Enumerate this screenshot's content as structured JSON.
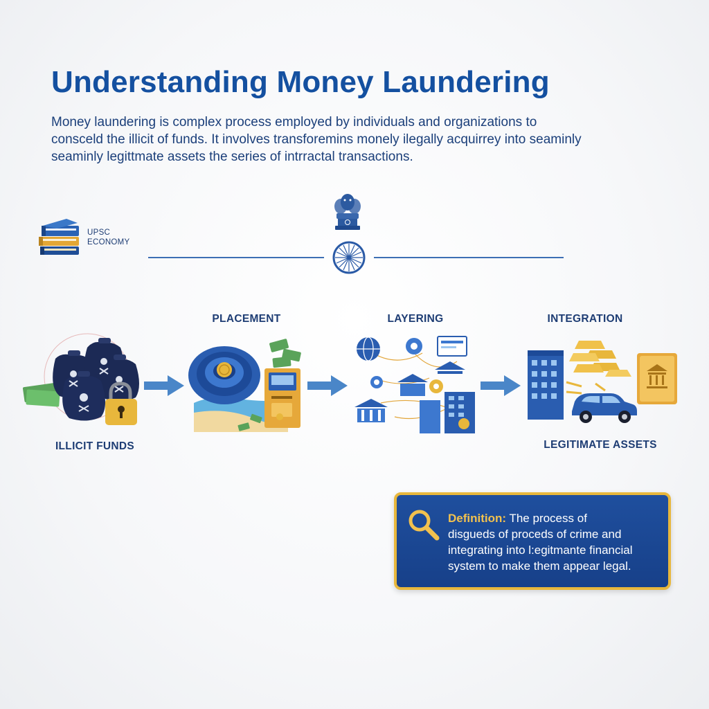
{
  "header": {
    "title": "Understanding Money Laundering",
    "intro_lines": [
      "Money laundering is complex process employed by individuals and organizations to",
      "consceld the illicit of funds. It involves transforemins monely ilegally acquirrey into seaminly",
      "seaminly legittmate assets the series of intrractal transactions."
    ]
  },
  "badge": {
    "line1": "UPSC",
    "line2": "ECONOMY"
  },
  "stages": {
    "illicit_funds": "ILLICIT FUNDS",
    "placement": "PLACEMENT",
    "layering": "LAYERING",
    "integration": "INTEGRATION",
    "legitimate_assets": "LEGITIMATE ASSETS"
  },
  "definition": {
    "term": "Definition:",
    "lines": [
      "The process of",
      "disgueds of proceds of crime and",
      "integrating into l:egitmante financial",
      "system to make them appear legal."
    ]
  },
  "colors": {
    "title_blue": "#1450a0",
    "navy": "#1e3d74",
    "arrow_blue": "#4a86c8",
    "gold": "#e8b73c",
    "box_blue": "#1f4f9e"
  },
  "icons": [
    "books-icon",
    "national-emblem-icon",
    "ashoka-chakra-icon",
    "money-bags-icon",
    "padlock-icon",
    "coin-vortex-icon",
    "atm-icon",
    "globe-icon",
    "gear-icon",
    "bank-icon",
    "building-icon",
    "gold-bars-icon",
    "car-icon",
    "bank-document-icon",
    "magnifier-icon"
  ]
}
